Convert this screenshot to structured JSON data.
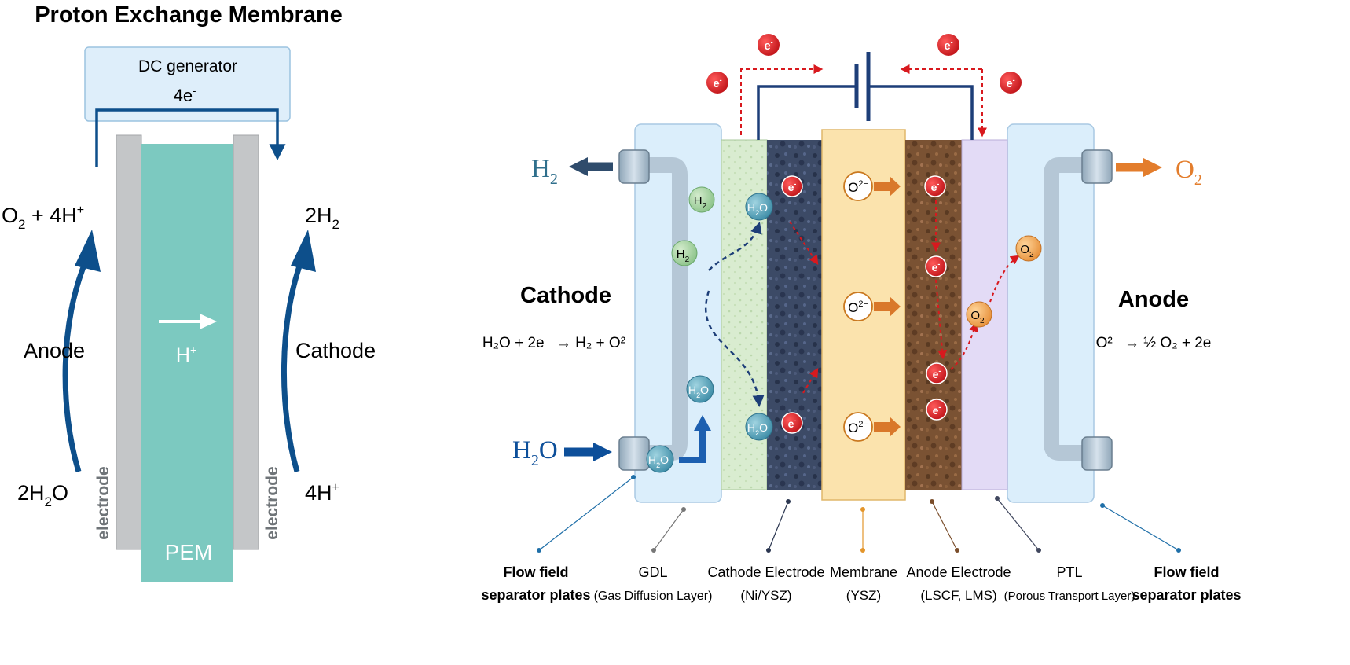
{
  "colors": {
    "pem": "#7cc9c0",
    "electrode_grey": "#c4c6c8",
    "dc_box": "#deeefa",
    "dark_blue": "#0d4f8b",
    "electron_red": "#d8191e",
    "cathode_electrode": "#3c4a66",
    "anode_electrode": "#7a5233",
    "membrane": "#fbe3ad",
    "gdl": "#d9ecd0",
    "ptl": "#e3dbf6",
    "plate": "#dbeefb",
    "o2_orange": "#e37d2c",
    "h2_teal": "#2f6f8c"
  },
  "left": {
    "title": "Proton Exchange Membrane",
    "dc_label": "DC generator",
    "dc_electrons": "4e",
    "dc_electrons_sup": "-",
    "anode_top_a": "O",
    "anode_top_sub": "2",
    "anode_top_b": " + 4H",
    "anode_top_sup": "+",
    "anode_label": "Anode",
    "anode_bottom_a": "2H",
    "anode_bottom_sub": "2",
    "anode_bottom_b": "O",
    "cathode_top_a": "2H",
    "cathode_top_sub": "2",
    "cathode_label": "Cathode",
    "cathode_bottom_a": "4H",
    "cathode_bottom_sup": "+",
    "proton": "H",
    "proton_sup": "+",
    "pem_label": "PEM",
    "electrode_left": "electrode",
    "electrode_right": "electrode"
  },
  "right": {
    "h2_out_a": "H",
    "h2_out_sub": "2",
    "o2_out_a": "O",
    "o2_out_sub": "2",
    "h2o_in_a": "H",
    "h2o_in_sub": "2",
    "h2o_in_b": "O",
    "cathode_title": "Cathode",
    "cathode_eq": "H₂O + 2e⁻ → H₂ + O²⁻",
    "anode_title": "Anode",
    "anode_eq": "O²⁻ → ½ O₂ + 2e⁻",
    "electron": "e",
    "electron_sup": "-",
    "oxide_ion": "O",
    "oxide_sup": "2−",
    "h2_mol_a": "H",
    "h2_mol_sub": "2",
    "o2_mol_a": "O",
    "o2_mol_sub": "2",
    "water_mol_a": "H",
    "water_mol_sub": "2",
    "water_mol_b": "O",
    "labels": [
      {
        "line1": "Flow field",
        "line2": "separator plates"
      },
      {
        "line1": "GDL",
        "line2": "(Gas Diffusion Layer)"
      },
      {
        "line1": "Cathode Electrode",
        "line2": "(Ni/YSZ)"
      },
      {
        "line1": "Membrane",
        "line2": "(YSZ)"
      },
      {
        "line1": "Anode Electrode",
        "line2": "(LSCF, LMS)"
      },
      {
        "line1": "PTL",
        "line2": "(Porous Transport Layer)"
      },
      {
        "line1": "Flow field",
        "line2": "separator plates"
      }
    ]
  }
}
